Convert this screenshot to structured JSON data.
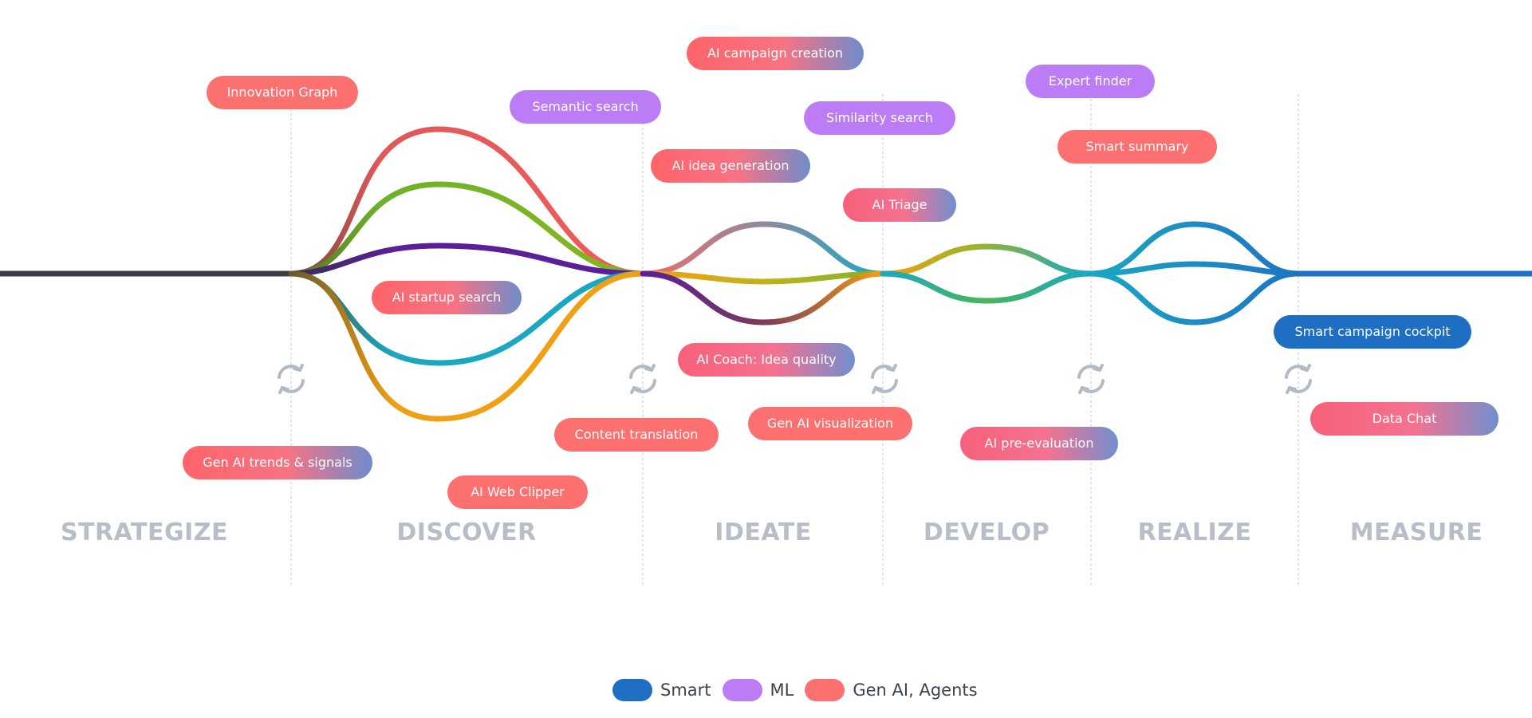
{
  "phases": [
    "STRATEGIZE",
    "DISCOVER",
    "IDEATE",
    "DEVELOP",
    "REALIZE",
    "MEASURE"
  ],
  "features": {
    "innovation_graph": "Innovation Graph",
    "semantic_search": "Semantic search",
    "ai_campaign_creation": "AI campaign creation",
    "similarity_search": "Similarity search",
    "expert_finder": "Expert finder",
    "smart_summary": "Smart summary",
    "ai_idea_generation": "AI idea generation",
    "ai_triage": "AI  Triage",
    "ai_startup_search": "AI startup search",
    "ai_coach": "AI Coach: Idea quality",
    "smart_campaign_cockpit": "Smart campaign cockpit",
    "data_chat": "Data Chat",
    "gen_ai_trends": "Gen AI trends & signals",
    "content_translation": "Content translation",
    "gen_ai_visualization": "Gen AI visualization",
    "ai_pre_evaluation": "AI pre-evaluation",
    "ai_web_clipper": "AI Web Clipper"
  },
  "legend": [
    {
      "label": "Smart",
      "color": "#1e6fc4"
    },
    {
      "label": "ML",
      "color": "#bb7cf6"
    },
    {
      "label": "Gen AI, Agents",
      "color": "#fd7070"
    }
  ],
  "colors": {
    "stream_start": "#3a3d45",
    "stream_end": "#1f6fc2",
    "red": "#f25b5b",
    "green": "#6cb22a",
    "purple": "#5a1f9a",
    "teal": "#1aa7c2",
    "orange": "#f2a013",
    "divider": "#d3d7dc",
    "cycle_icon": "#b3bac3"
  }
}
